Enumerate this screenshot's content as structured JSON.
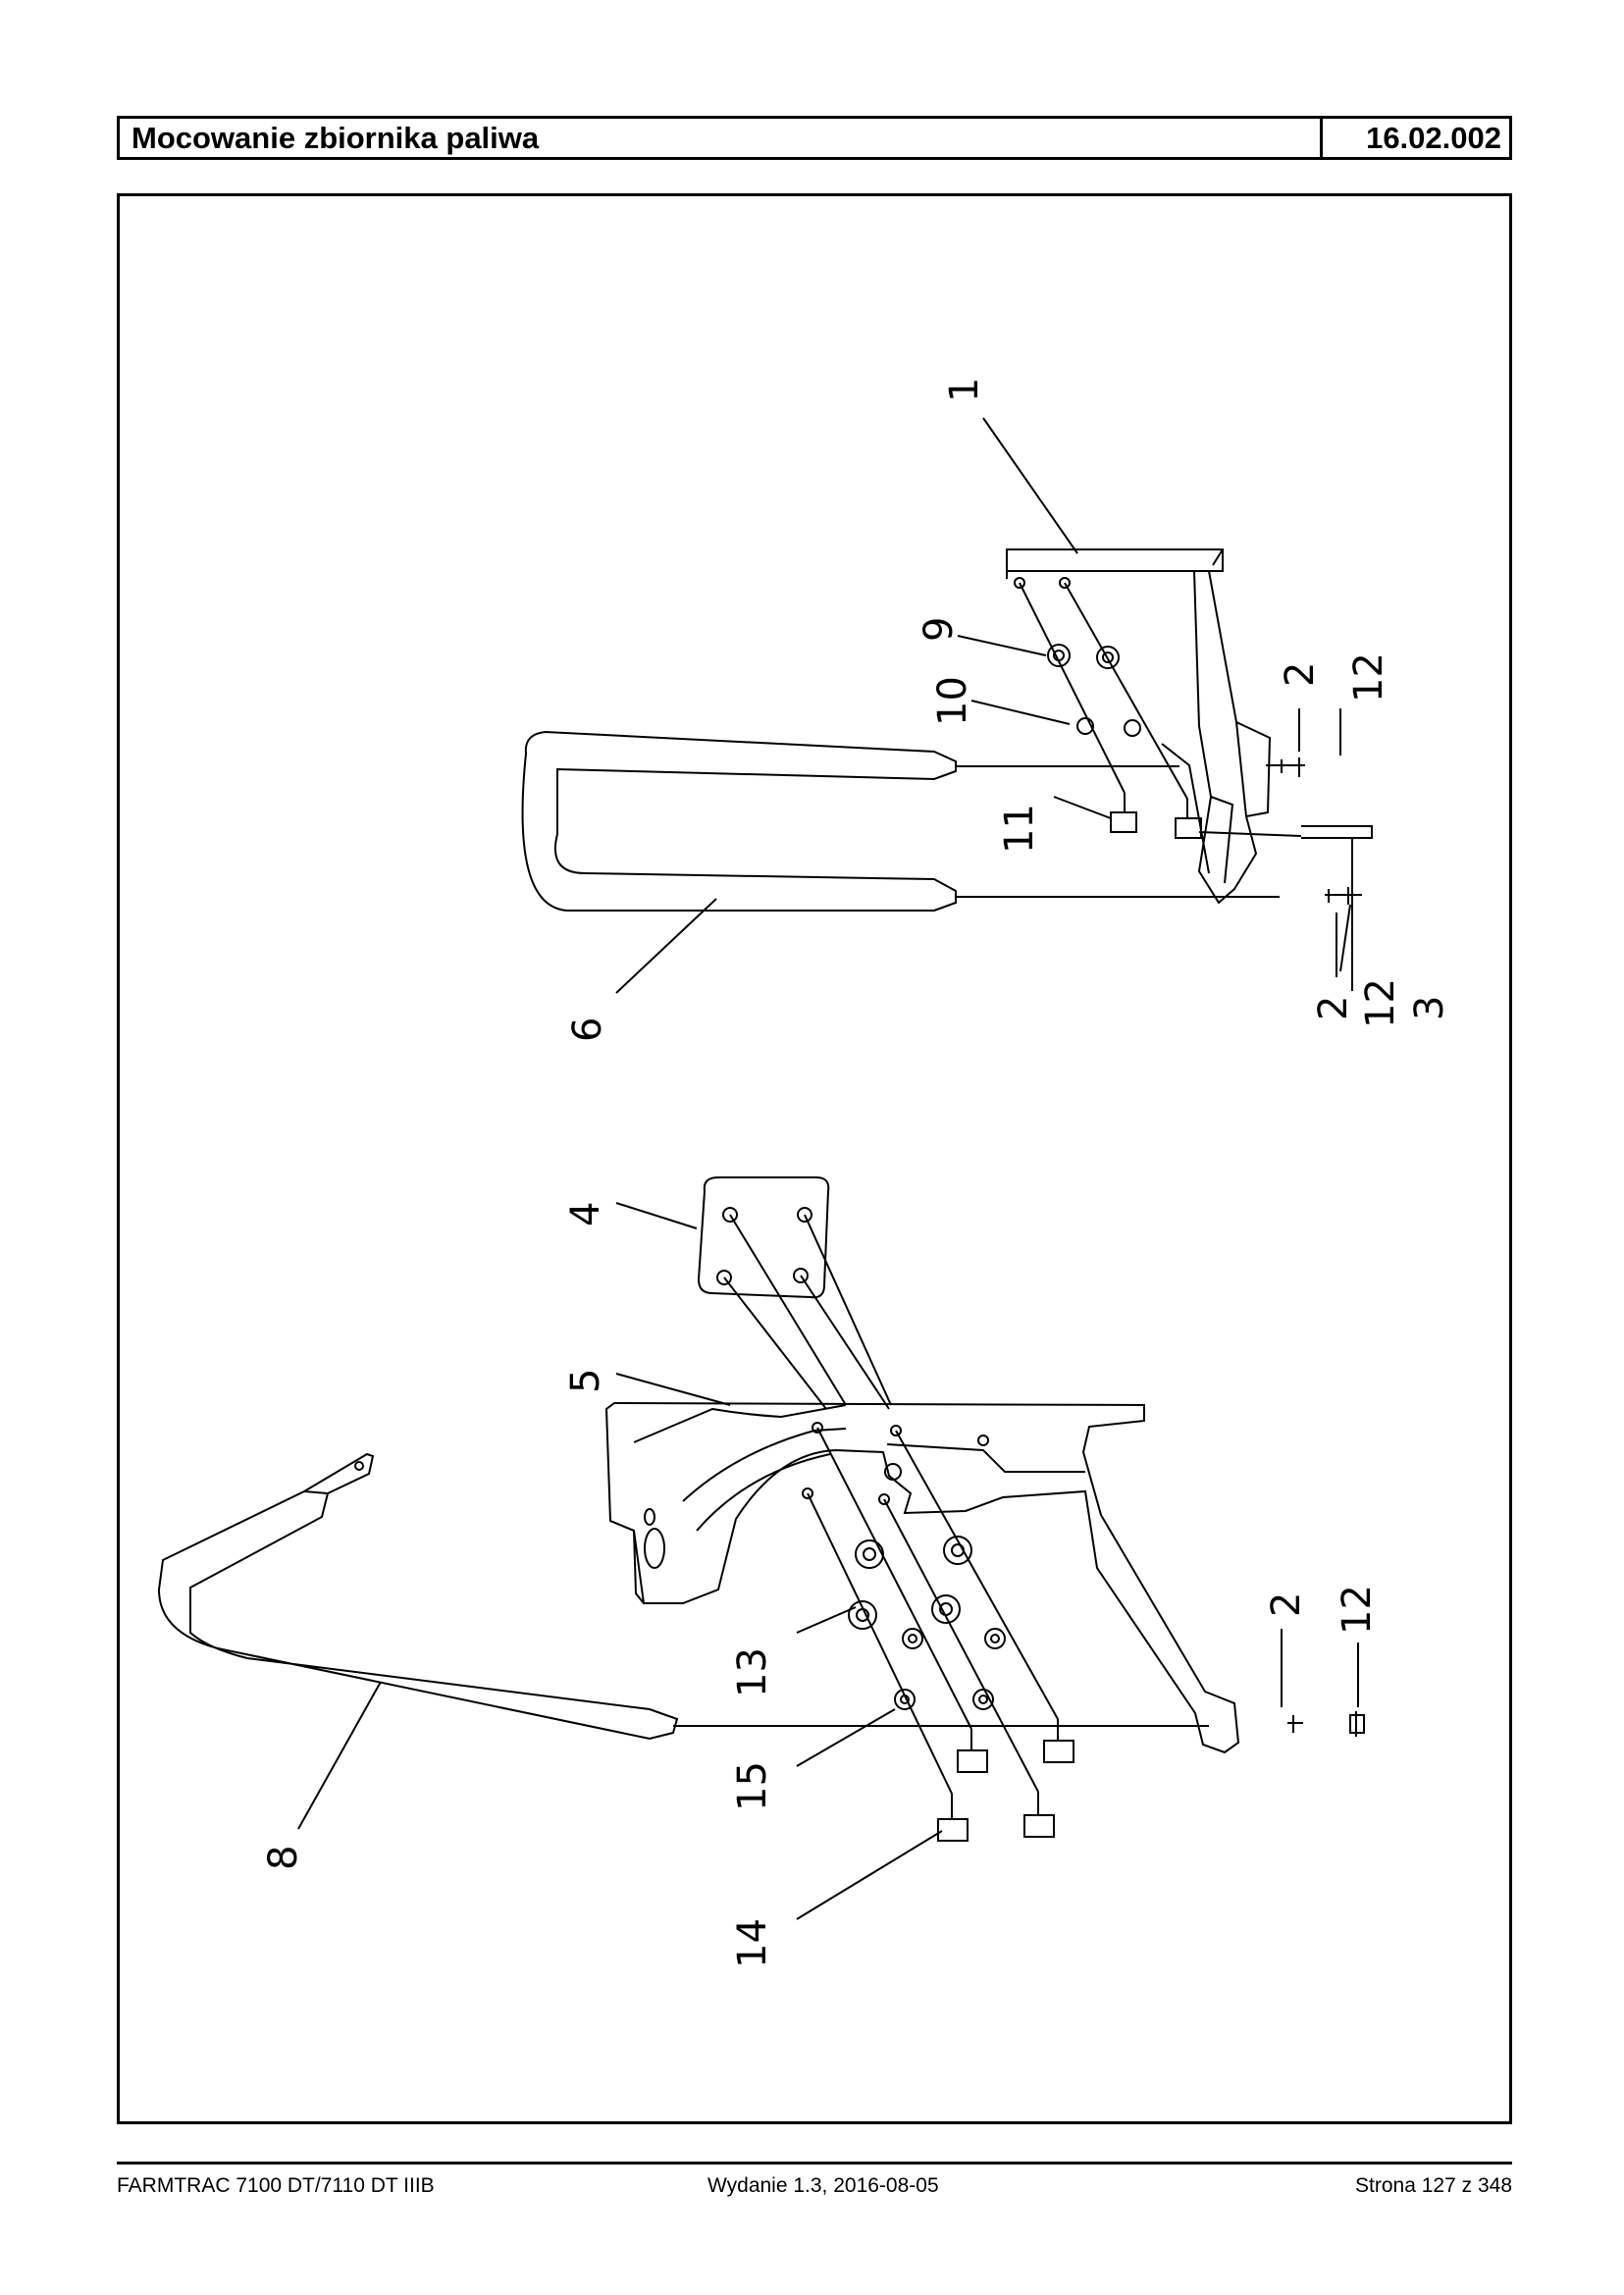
{
  "header": {
    "title": "Mocowanie zbiornika paliwa",
    "code": "16.02.002"
  },
  "diagram": {
    "callouts": [
      {
        "id": "c1",
        "text": "1"
      },
      {
        "id": "c9",
        "text": "9"
      },
      {
        "id": "c10",
        "text": "10"
      },
      {
        "id": "c11",
        "text": "11"
      },
      {
        "id": "c2a",
        "text": "2"
      },
      {
        "id": "c12a",
        "text": "12"
      },
      {
        "id": "c6",
        "text": "6"
      },
      {
        "id": "c2b",
        "text": "2"
      },
      {
        "id": "c12b",
        "text": "12"
      },
      {
        "id": "c3",
        "text": "3"
      },
      {
        "id": "c4",
        "text": "4"
      },
      {
        "id": "c5",
        "text": "5"
      },
      {
        "id": "c2c",
        "text": "2"
      },
      {
        "id": "c12c",
        "text": "12"
      },
      {
        "id": "c13",
        "text": "13"
      },
      {
        "id": "c15",
        "text": "15"
      },
      {
        "id": "c8",
        "text": "8"
      },
      {
        "id": "c14",
        "text": "14"
      }
    ]
  },
  "footer": {
    "model": "FARMTRAC 7100 DT/7110 DT IIIB",
    "edition": "Wydanie 1.3,  2016-08-05",
    "page": "Strona 127 z 348"
  }
}
